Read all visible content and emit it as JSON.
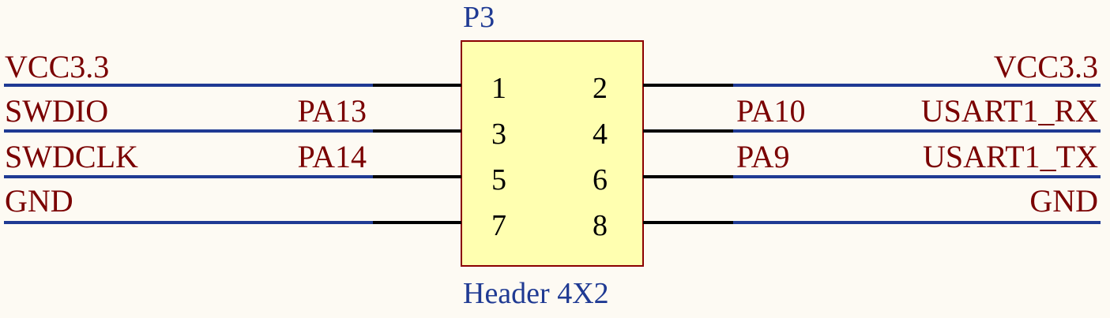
{
  "component": {
    "designator": "P3",
    "comment": "Header 4X2",
    "body_fill": "#ffffb0",
    "body_stroke": "#8b0000"
  },
  "colors": {
    "wire": "#1f3a93",
    "pin": "#000000",
    "net_label": "#7a0000",
    "designator": "#1f3a93",
    "background": "#fdfaf3"
  },
  "left_nets": [
    {
      "pin": "1",
      "net": "VCC3.3",
      "port": ""
    },
    {
      "pin": "3",
      "net": "SWDIO",
      "port": "PA13"
    },
    {
      "pin": "5",
      "net": "SWDCLK",
      "port": "PA14"
    },
    {
      "pin": "7",
      "net": "GND",
      "port": ""
    }
  ],
  "right_nets": [
    {
      "pin": "2",
      "net": "VCC3.3",
      "port": ""
    },
    {
      "pin": "4",
      "net": "USART1_RX",
      "port": "PA10"
    },
    {
      "pin": "6",
      "net": "USART1_TX",
      "port": "PA9"
    },
    {
      "pin": "8",
      "net": "GND",
      "port": ""
    }
  ]
}
